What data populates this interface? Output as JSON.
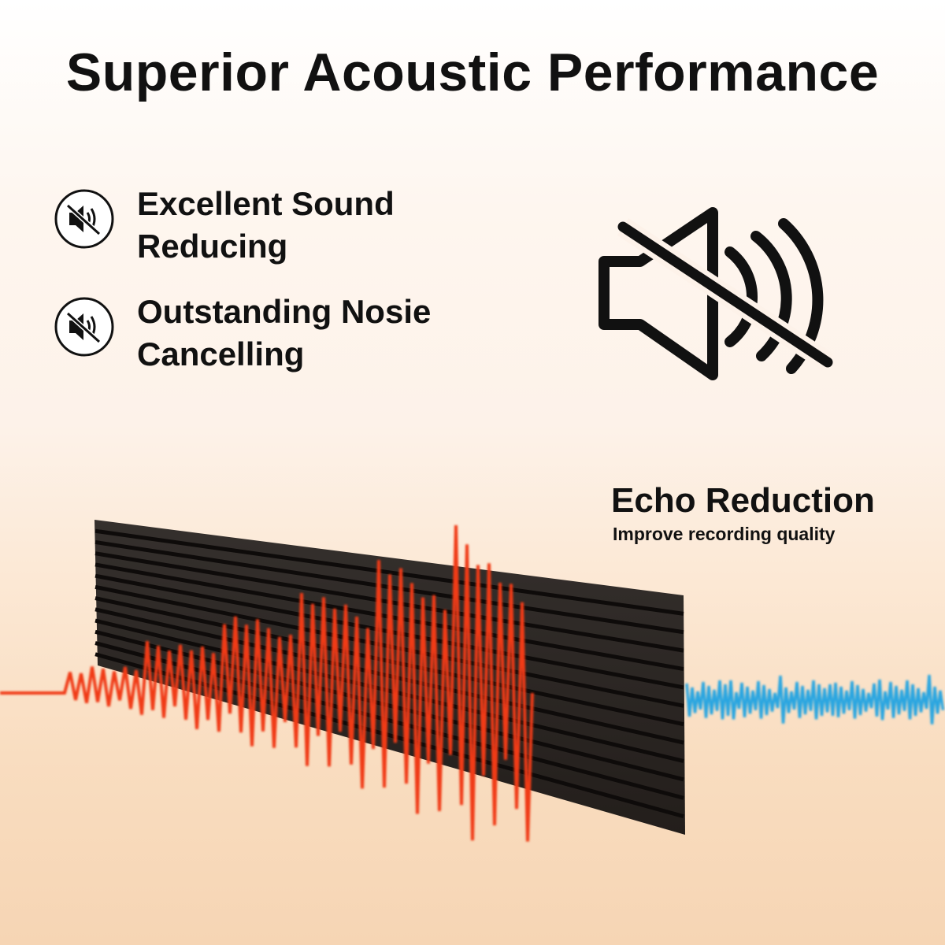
{
  "title": "Superior Acoustic Performance",
  "features": [
    {
      "icon": "muted-speaker-icon",
      "line1": "Excellent Sound",
      "line2": "Reducing"
    },
    {
      "icon": "muted-speaker-icon",
      "line1": "Outstanding Nosie",
      "line2": "Cancelling"
    }
  ],
  "big_icon": "muted-speaker-icon",
  "echo": {
    "title": "Echo Reduction",
    "subtitle": "Improve recording quality"
  },
  "illustration": {
    "panel": "acoustic-panel",
    "incoming_wave": "incoming-sound-wave",
    "outgoing_wave": "reduced-sound-wave",
    "colors": {
      "panel": "#2b2421",
      "panel_groove": "#0d0a09",
      "incoming_wave": "#f03a17",
      "outgoing_wave": "#2aa6e0"
    }
  }
}
